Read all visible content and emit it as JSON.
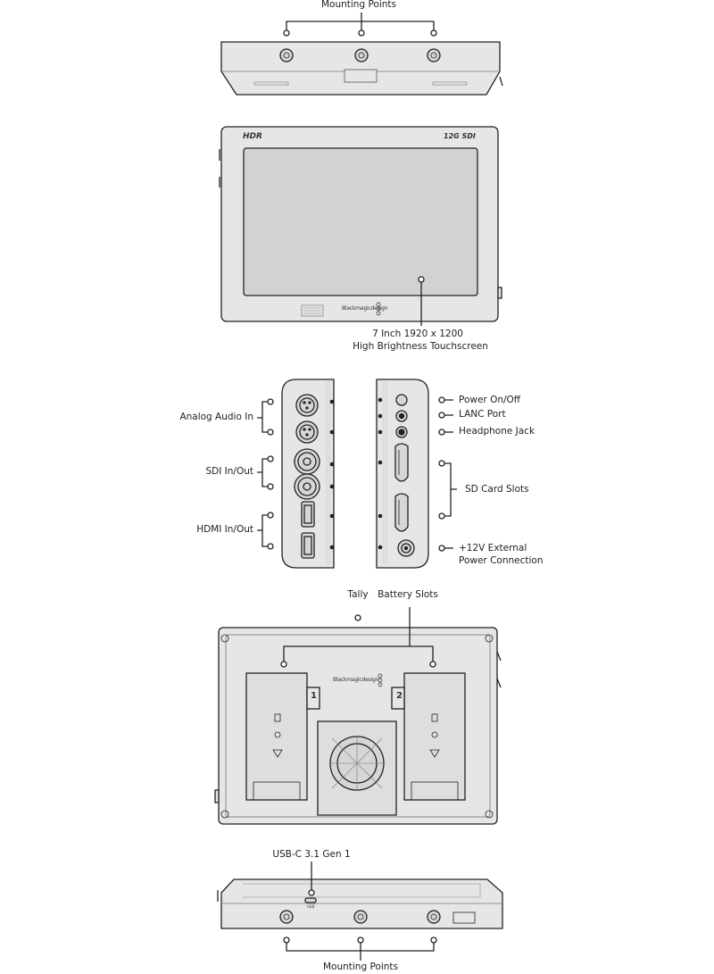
{
  "labels": {
    "mounting_points_top": "Mounting Points",
    "screen_line1": "7 Inch 1920 x 1200",
    "screen_line2": "High Brightness Touchscreen",
    "analog_audio_in": "Analog Audio In",
    "sdi_in_out": "SDI In/Out",
    "hdmi_in_out": "HDMI In/Out",
    "power_on_off": "Power On/Off",
    "lanc_port": "LANC Port",
    "headphone_jack": "Headphone Jack",
    "sd_card_slots": "SD Card Slots",
    "ext_power_line1": "+12V External",
    "ext_power_line2": "Power Connection",
    "tally": "Tally",
    "battery_slots": "Battery Slots",
    "usb_c": "USB-C 3.1 Gen 1",
    "mounting_points_bottom": "Mounting Points"
  },
  "device": {
    "hdr_logo": "HDR",
    "sdi_logo": "12G SDI",
    "brand_front": "Blackmagicdesign",
    "brand_back": "Blackmagicdesign",
    "battery_slot_1": "1",
    "battery_slot_2": "2",
    "usb_port_text": "USB"
  }
}
